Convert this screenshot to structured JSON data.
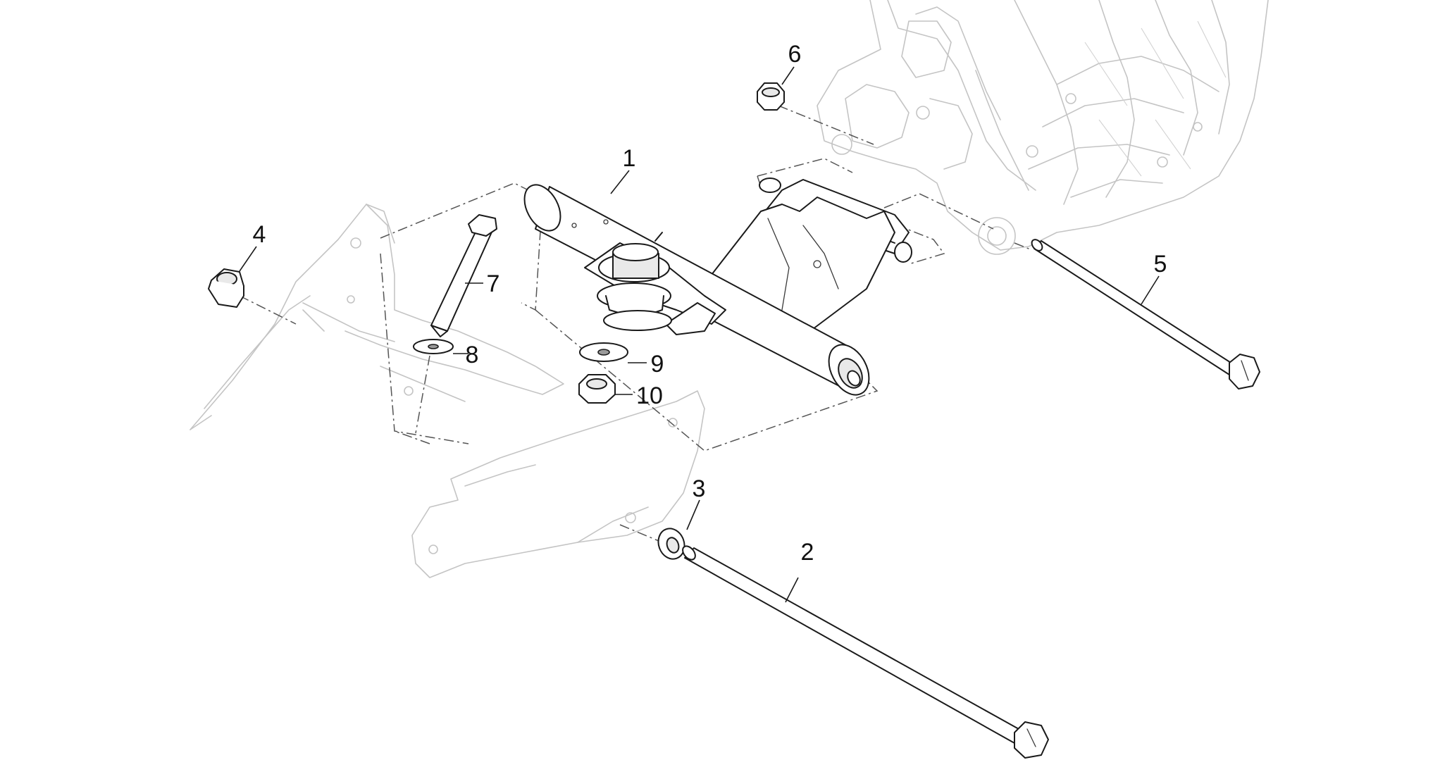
{
  "diagram": {
    "callouts": [
      {
        "id": "part-1",
        "label": "1"
      },
      {
        "id": "part-2",
        "label": "2"
      },
      {
        "id": "part-3",
        "label": "3"
      },
      {
        "id": "part-4",
        "label": "4"
      },
      {
        "id": "part-5",
        "label": "5"
      },
      {
        "id": "part-6",
        "label": "6"
      },
      {
        "id": "part-7",
        "label": "7"
      },
      {
        "id": "part-8",
        "label": "8"
      },
      {
        "id": "part-9",
        "label": "9"
      },
      {
        "id": "part-10",
        "label": "10"
      }
    ]
  }
}
